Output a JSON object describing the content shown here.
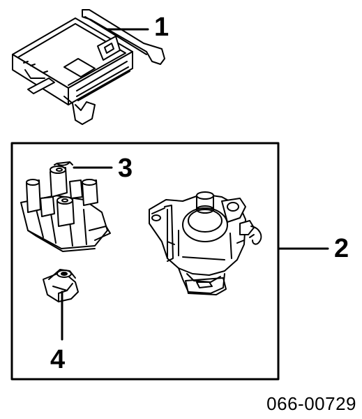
{
  "callouts": {
    "c1": "1",
    "c2": "2",
    "c3": "3",
    "c4": "4"
  },
  "diagram_code": "066-00729",
  "parts": [
    {
      "number": "1",
      "icon": "control-module-icon"
    },
    {
      "number": "2",
      "icon": "distributor-assembly-icon"
    },
    {
      "number": "3",
      "icon": "distributor-cap-icon"
    },
    {
      "number": "4",
      "icon": "rotor-icon"
    }
  ]
}
